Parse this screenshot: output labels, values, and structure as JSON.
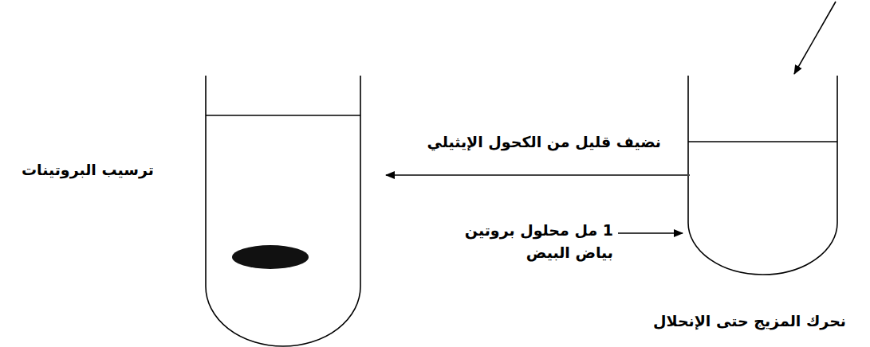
{
  "diagram": {
    "labels": [
      "نضيف قليل من الكحول الإيثيلي",
      "ترسيب البروتينات",
      "1 مل محلول بروتين بياض البيض",
      "نحرك المزيج حتى الإنحلال"
    ]
  }
}
